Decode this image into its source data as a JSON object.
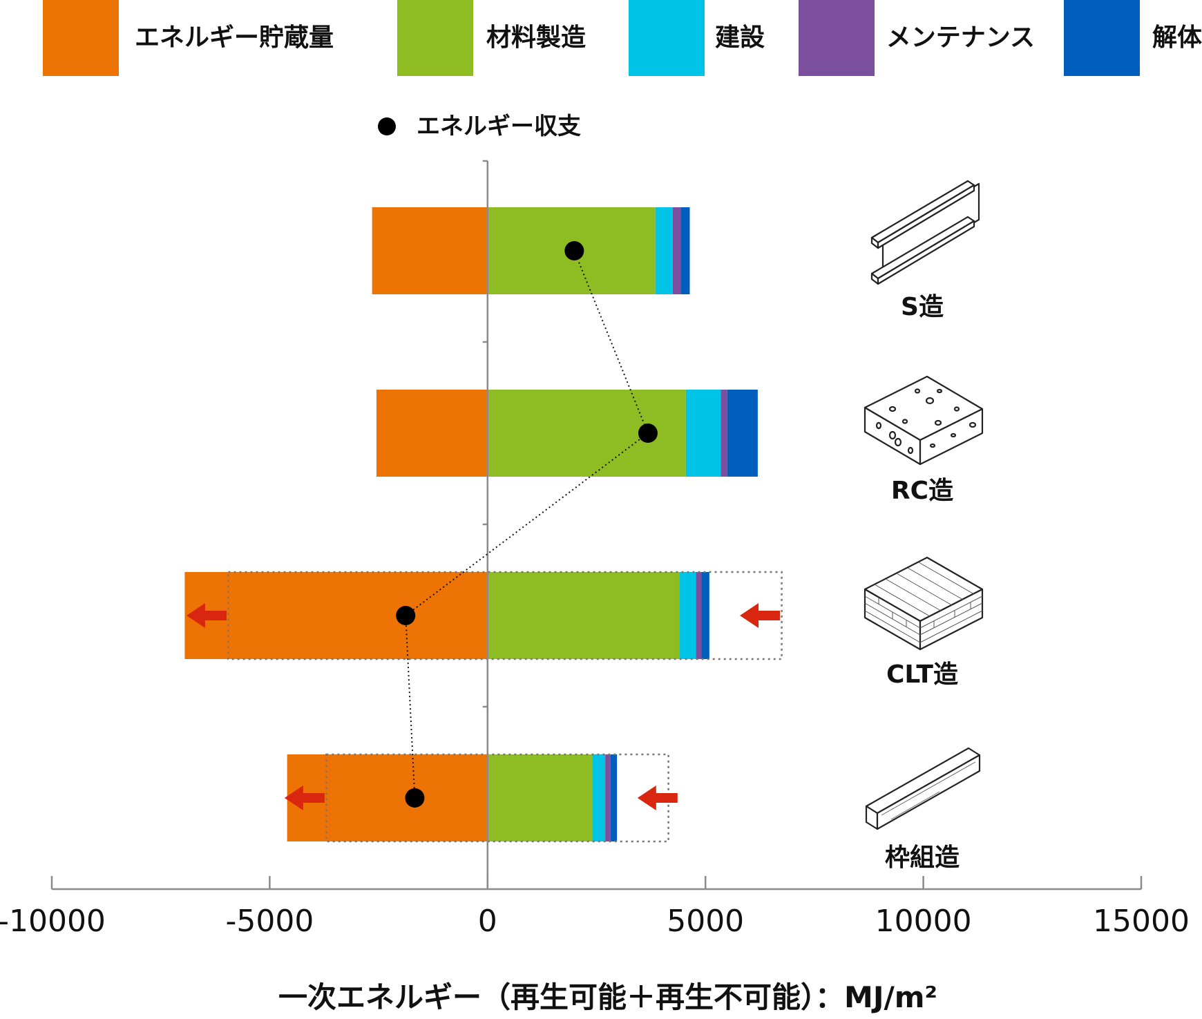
{
  "chart_data": {
    "type": "bar",
    "orientation": "horizontal",
    "stacked": true,
    "xlim": [
      -10000,
      15000
    ],
    "x_ticks": [
      -10000,
      -5000,
      0,
      5000,
      10000,
      15000
    ],
    "x_tick_labels": [
      "-10000",
      "-5000",
      "0",
      "5000",
      "10000",
      "15000"
    ],
    "xlabel": "一次エネルギー（再生可能＋再生不可能）：MJ/m²",
    "categories": [
      "S造",
      "RC造",
      "CLT造",
      "枠組造"
    ],
    "series": [
      {
        "name": "エネルギー貯蔵量",
        "color": "#ED7404",
        "values": [
          -2650,
          -2550,
          -6950,
          -4600
        ]
      },
      {
        "name": "材料製造",
        "color": "#8DBC23",
        "values": [
          3850,
          4550,
          4400,
          2400
        ]
      },
      {
        "name": "建設",
        "color": "#00C3E8",
        "values": [
          400,
          800,
          380,
          300
        ]
      },
      {
        "name": "メンテナンス",
        "color": "#7B4F9E",
        "values": [
          180,
          150,
          130,
          120
        ]
      },
      {
        "name": "解体",
        "color": "#005EBC",
        "values": [
          210,
          700,
          180,
          150
        ]
      }
    ],
    "energy_balance": {
      "name": "エネルギー収支",
      "values": [
        1990,
        3680,
        -1880,
        -1670
      ]
    },
    "dotted_outline": [
      {
        "category": "CLT造",
        "x_range": [
          -5950,
          6750
        ]
      },
      {
        "category": "枠組造",
        "x_range": [
          -3700,
          4150
        ]
      }
    ],
    "arrows": [
      {
        "category": "CLT造",
        "at": [
          -6450,
          6250
        ],
        "direction": "left",
        "color": "#D9260F"
      },
      {
        "category": "枠組造",
        "at": [
          -4200,
          3900
        ],
        "direction": "left",
        "color": "#D9260F"
      }
    ],
    "category_icons": [
      "h-beam-icon",
      "concrete-slab-icon",
      "clt-panel-icon",
      "lumber-icon"
    ],
    "legend_position": "top",
    "grid": false
  }
}
